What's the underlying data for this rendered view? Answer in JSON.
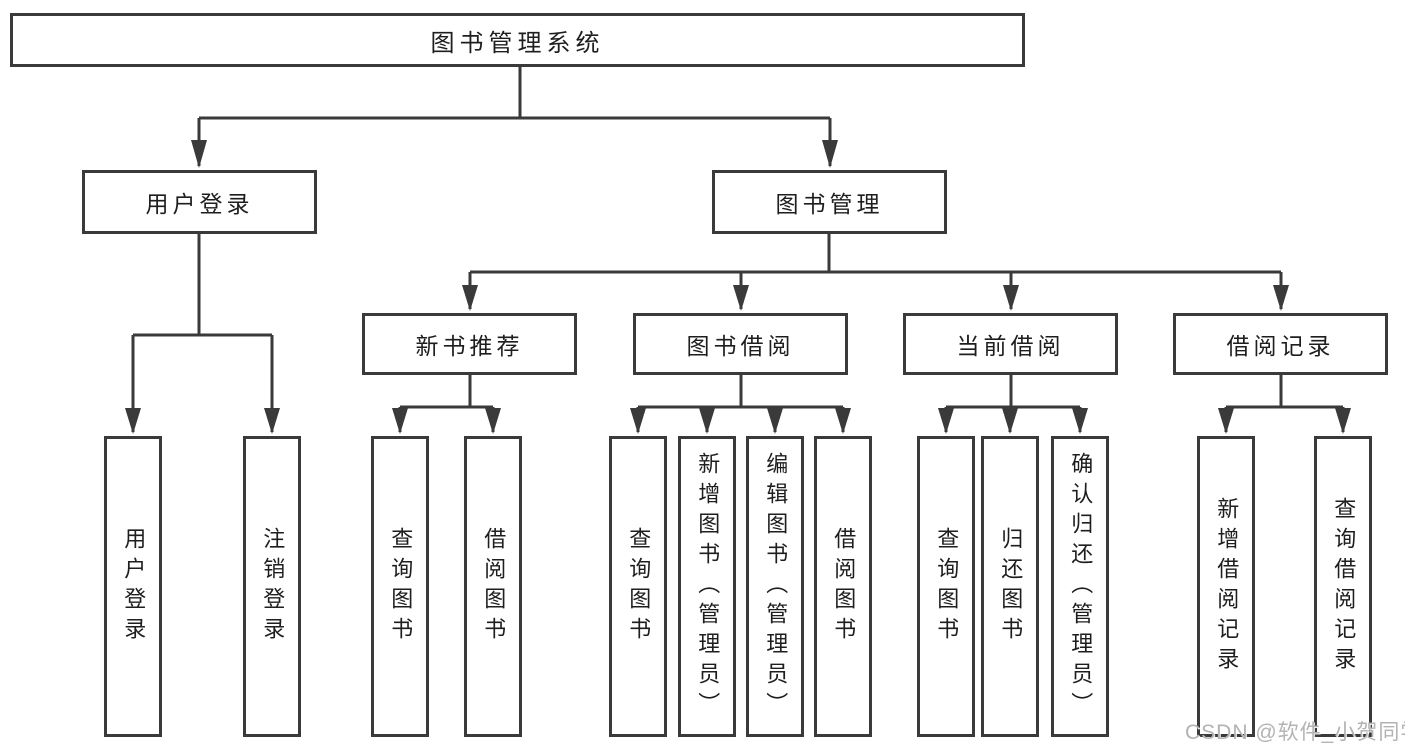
{
  "diagram": {
    "root": {
      "label": "图书管理系统"
    },
    "level2": [
      {
        "label": "用户登录"
      },
      {
        "label": "图书管理"
      }
    ],
    "level3": [
      {
        "label": "新书推荐"
      },
      {
        "label": "图书借阅"
      },
      {
        "label": "当前借阅"
      },
      {
        "label": "借阅记录"
      }
    ],
    "leaves": {
      "user_login": [
        {
          "label": "用户登录"
        },
        {
          "label": "注销登录"
        }
      ],
      "new_books": [
        {
          "label": "查询图书"
        },
        {
          "label": "借阅图书"
        }
      ],
      "borrowing": [
        {
          "label": "查询图书"
        },
        {
          "label": "新增图书（管理员）"
        },
        {
          "label": "编辑图书（管理员）"
        },
        {
          "label": "借阅图书"
        }
      ],
      "current": [
        {
          "label": "查询图书"
        },
        {
          "label": "归还图书"
        },
        {
          "label": "确认归还（管理员）"
        }
      ],
      "records": [
        {
          "label": "新增借阅记录"
        },
        {
          "label": "查询借阅记录"
        }
      ]
    }
  },
  "watermark": "CSDN @软件_小贺同学",
  "colors": {
    "line": "#3a3a3a",
    "box_border": "#3a3a3a",
    "box_fill": "#ffffff",
    "text": "#1e1e1e",
    "watermark": "#b3b3b3"
  }
}
